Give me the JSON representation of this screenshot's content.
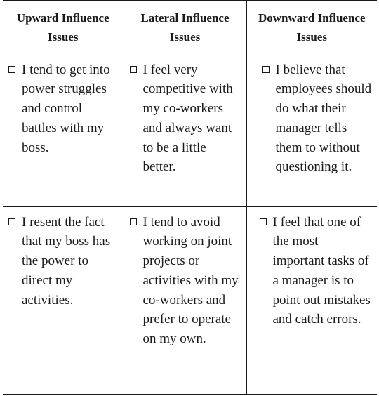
{
  "headers": [
    "Upward Influence Issues",
    "Lateral Influence Issues",
    "Downward Influence Issues"
  ],
  "rows": [
    [
      "I tend to get into power struggles and control battles with my boss.",
      "I feel very competitive with my co-workers and always want to be a little better.",
      "I believe that employees should do what their manager tells them to without questioning it."
    ],
    [
      "I resent the fact that my boss has the power to direct my activities.",
      "I tend to avoid working on joint projects or activities with my co-workers and prefer to operate on my own.",
      "I feel that one of the most important tasks of a manager is to point out mistakes and catch errors."
    ]
  ]
}
